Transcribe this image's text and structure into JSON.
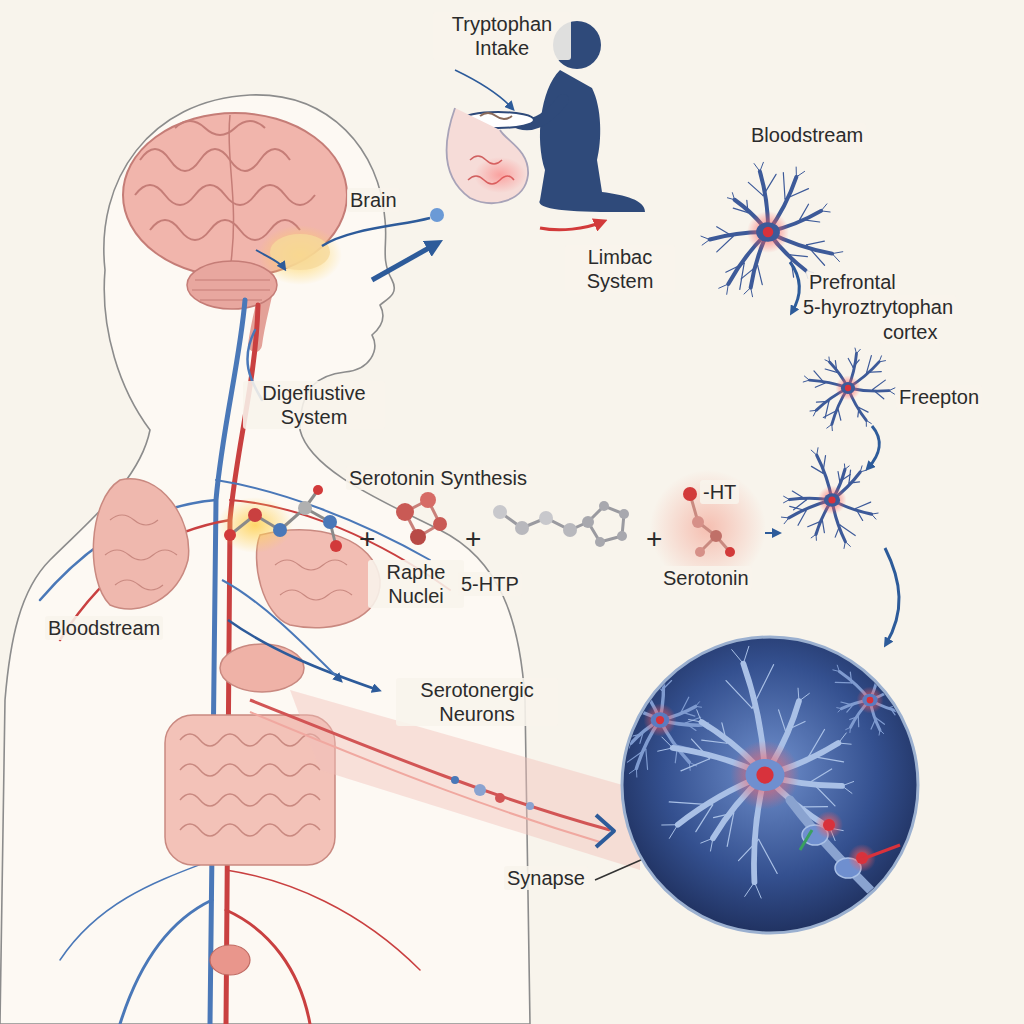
{
  "diagram": {
    "labels": [
      "Tryptophan Intake",
      "Brain",
      "Bloodstream",
      "Limbac System",
      "Prefrontal",
      "5-hyroztrytophan",
      "cortex",
      "Freepton",
      "Digefiustive System",
      "Serotonin Synthesis",
      "+",
      "Raphe Nuclei",
      "+",
      "5-HTP",
      "+",
      "-HT",
      "Serotonin",
      "Bloodstream",
      "Serotonergic Neurons",
      "Synapse"
    ]
  }
}
